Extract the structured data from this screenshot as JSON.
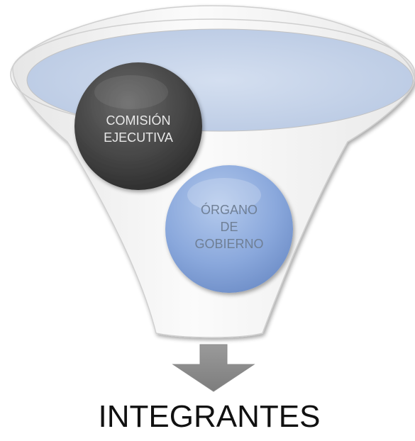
{
  "diagram": {
    "type": "funnel",
    "items": [
      {
        "label_line1": "COMISIÓN",
        "label_line2": "EJECUTIVA",
        "color": "#4a4a4a"
      },
      {
        "label_line1": "ÓRGANO",
        "label_line2": "DE",
        "label_line3": "GOBIERNO",
        "color": "#8fadde"
      }
    ],
    "result": "INTEGRANTES",
    "arrow_icon": "arrow-down-icon"
  }
}
